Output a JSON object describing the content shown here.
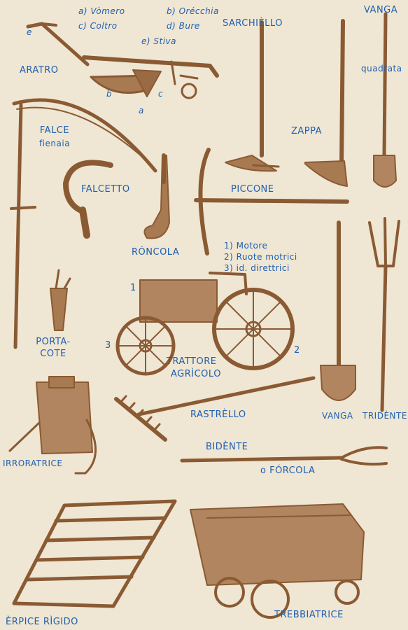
{
  "colors": {
    "paper": "#efe6d3",
    "ink": "#8a5a33",
    "label": "#1f5fb0"
  },
  "plow_parts": {
    "a": "a) Vòmero",
    "b": "b) Orécchia",
    "c": "c) Coltro",
    "d": "d) Bure",
    "e": "e) Stiva"
  },
  "letters": {
    "a": "a",
    "b": "b",
    "c": "c",
    "e": "e"
  },
  "tractor_parts": {
    "p1": "1) Motore",
    "p2": "2) Ruote motrici",
    "p3": "3) id. direttrici"
  },
  "numbers": {
    "n1": "1",
    "n2": "2",
    "n3": "3"
  },
  "labels": {
    "aratro": "ARATRO",
    "sarchiello": "SARCHIÈLLO",
    "vanga_top": "VANGA",
    "quadrata": "quadrata",
    "falce": "FALCE",
    "fienaia": "fienaia",
    "zappa": "ZAPPA",
    "falcetto": "FALCETTO",
    "piccone": "PICCONE",
    "roncola": "RÓNCOLA",
    "porta": "PORTA-",
    "cote": "COTE",
    "trattore": "TRATTORE",
    "agricolo": "AGRÌCOLO",
    "rastrello": "RASTRÈLLO",
    "vanga": "VANGA",
    "tridente": "TRIDÈNTE",
    "irroratrice": "IRRORATRICE",
    "bidente": "BIDÈNTE",
    "forcola": "o FÓRCOLA",
    "erpice": "ÈRPICE RÌGIDO",
    "trebbiatrice": "TREBBIATRICE"
  }
}
